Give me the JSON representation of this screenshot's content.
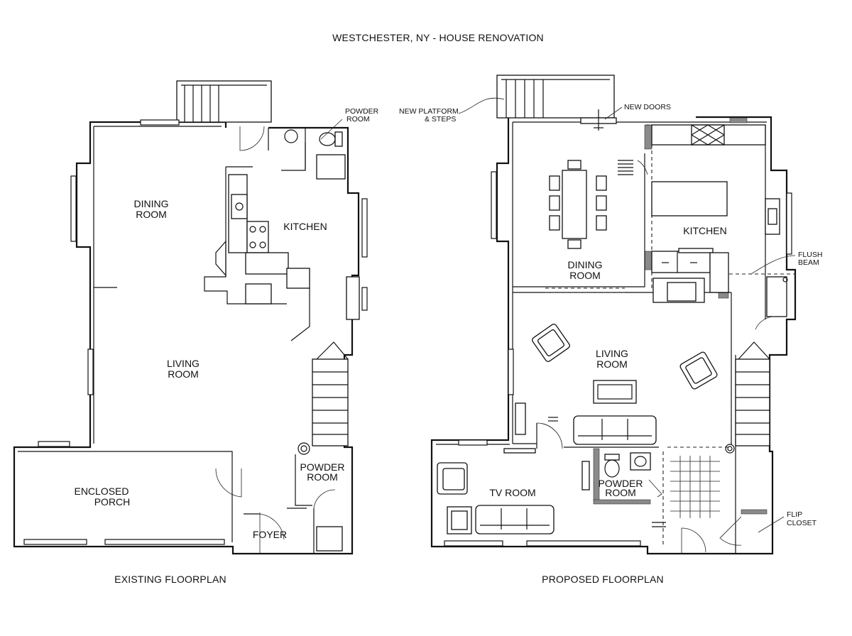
{
  "title": "WESTCHESTER, NY - HOUSE RENOVATION",
  "existing": {
    "caption": "EXISTING FLOORPLAN",
    "rooms": {
      "powder_room_top": [
        "POWDER",
        "ROOM"
      ],
      "dining_room": [
        "DINING",
        "ROOM"
      ],
      "kitchen": "KITCHEN",
      "living_room": [
        "LIVING",
        "ROOM"
      ],
      "enclosed_porch": [
        "ENCLOSED",
        "PORCH"
      ],
      "powder_room_bottom": [
        "POWDER",
        "ROOM"
      ],
      "foyer": "FOYER"
    }
  },
  "proposed": {
    "caption": "PROPOSED FLOORPLAN",
    "rooms": {
      "dining_room": [
        "DINING",
        "ROOM"
      ],
      "kitchen": "KITCHEN",
      "living_room": [
        "LIVING",
        "ROOM"
      ],
      "tv_room": "TV ROOM",
      "powder_room": [
        "POWDER",
        "ROOM"
      ]
    },
    "callouts": {
      "new_platform": [
        "NEW PLATFORM",
        "& STEPS"
      ],
      "new_doors": "NEW DOORS",
      "flush_beam": [
        "FLUSH",
        "BEAM"
      ],
      "flip_closet": [
        "FLIP",
        "CLOSET"
      ]
    }
  }
}
